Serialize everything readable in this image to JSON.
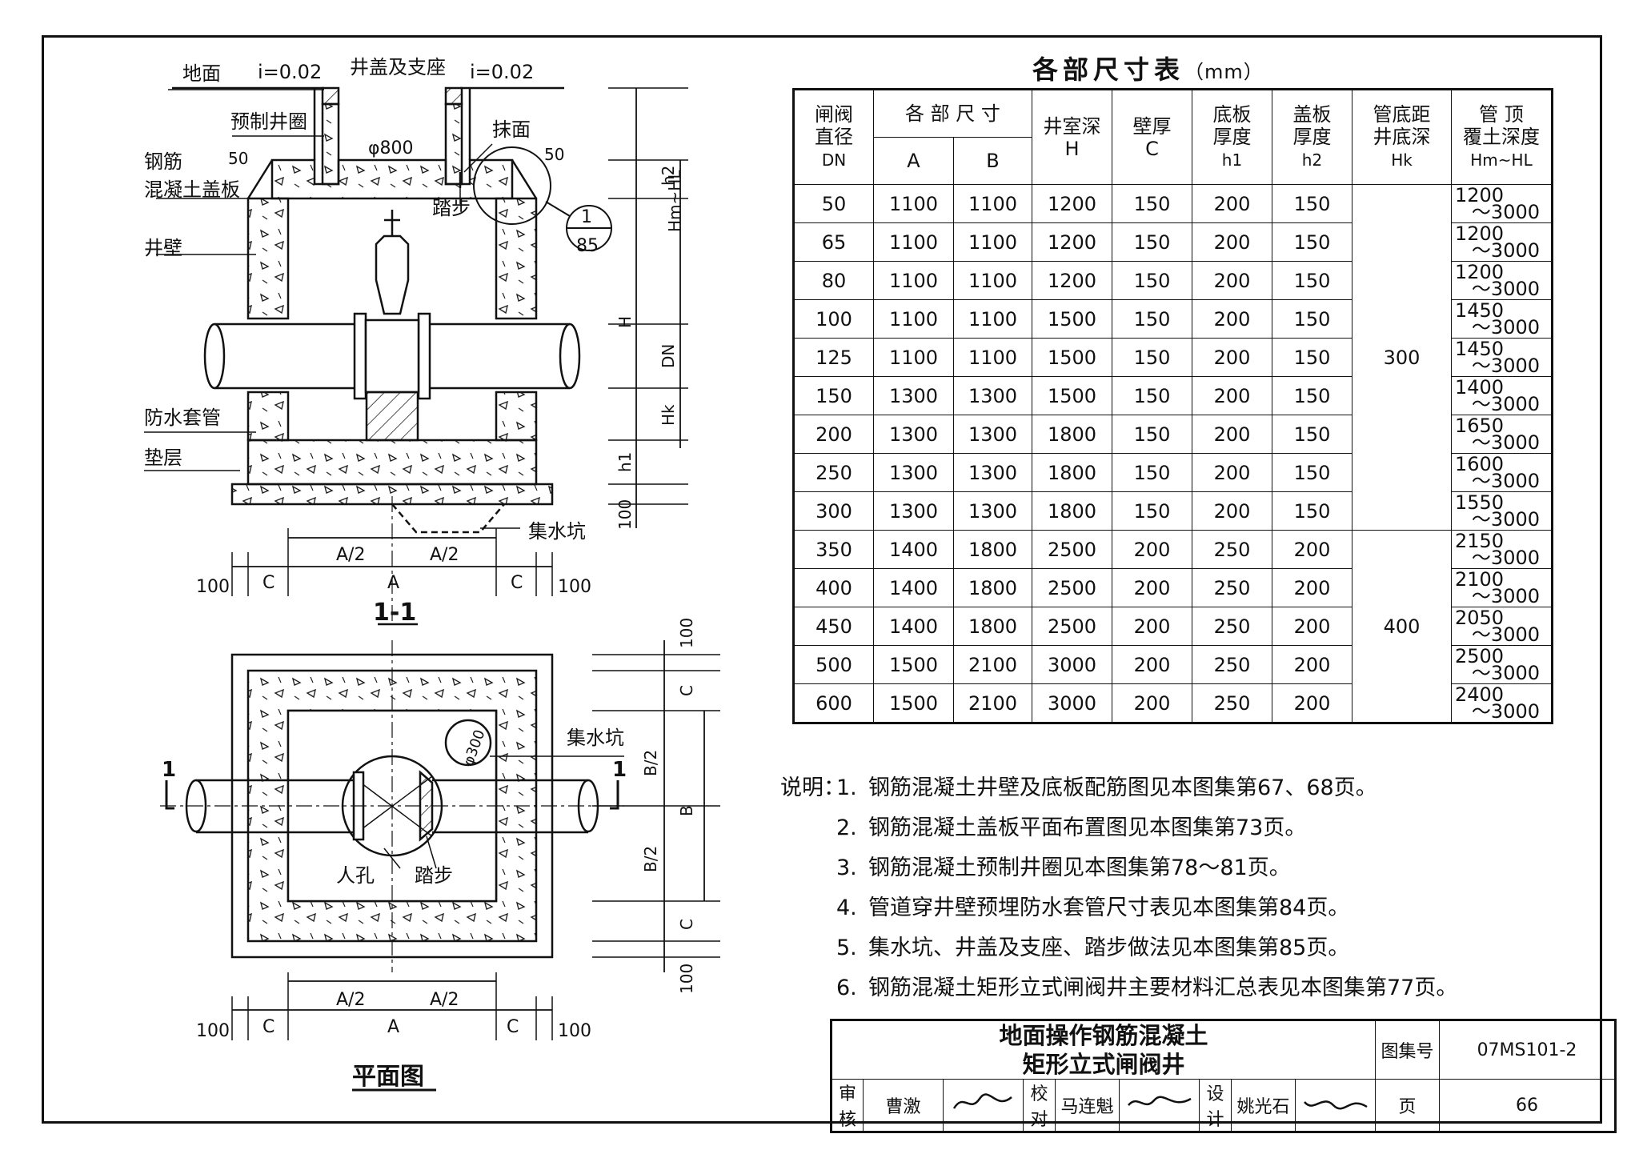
{
  "drawing": {
    "section": {
      "ground": "地面",
      "slope_left": "i=0.02",
      "slope_right": "i=0.02",
      "cover_support": "井盖及支座",
      "precast_ring": "预制井圈",
      "plaster": "抹面",
      "rc_slab_line1": "钢筋",
      "rc_slab_line2": "混凝土盖板",
      "wall": "井壁",
      "diameter": "φ800",
      "steps": "踏步",
      "sleeve": "防水套管",
      "cushion": "垫层",
      "sump": "集水坑",
      "dim_50_left": "50",
      "dim_50_right": "50",
      "detail_top": "1",
      "detail_bottom": "85",
      "dim_h2": "h2",
      "dim_hm": "Hm~HL",
      "dim_H": "H",
      "dim_DN": "DN",
      "dim_Hk": "Hk",
      "dim_h1": "h1",
      "dim_100": "100",
      "dim_A2_left": "A/2",
      "dim_A2_right": "A/2",
      "dim_A": "A",
      "dim_C_left": "C",
      "dim_C_right": "C",
      "dim_100_left": "100",
      "dim_100_right": "100",
      "title": "1-1"
    },
    "plan": {
      "sump": "集水坑",
      "sump_dia": "φ300",
      "manhole": "人孔",
      "steps": "踏步",
      "cut_left": "1",
      "cut_right": "1",
      "dim_100_top": "100",
      "dim_C_top": "C",
      "dim_B2_top": "B/2",
      "dim_B": "B",
      "dim_B2_bottom": "B/2",
      "dim_C_bottom": "C",
      "dim_100_bottom": "100",
      "dim_A2_left": "A/2",
      "dim_A2_right": "A/2",
      "dim_A": "A",
      "dim_C_left": "C",
      "dim_C_right": "C",
      "dim_100_left": "100",
      "dim_100_right": "100",
      "title": "平面图"
    }
  },
  "table": {
    "title": "各部尺寸表",
    "unit": "（mm）",
    "headers": {
      "dn_1": "闸阀",
      "dn_2": "直径",
      "dn_3": "DN",
      "dims": "各 部 尺 寸",
      "a": "A",
      "b": "B",
      "h_1": "井室深",
      "h_2": "H",
      "c_1": "壁厚",
      "c_2": "C",
      "h1_1": "底板",
      "h1_2": "厚度",
      "h1_3": "h1",
      "h2_1": "盖板",
      "h2_2": "厚度",
      "h2_3": "h2",
      "hk_1": "管底距",
      "hk_2": "井底深",
      "hk_3": "Hk",
      "hm_1": "管 顶",
      "hm_2": "覆土深度",
      "hm_3": "Hm~HL"
    },
    "rows": [
      {
        "dn": "50",
        "a": "1100",
        "b": "1100",
        "h": "1200",
        "c": "150",
        "h1": "200",
        "h2": "150",
        "hm_a": "1200",
        "hm_b": "～3000"
      },
      {
        "dn": "65",
        "a": "1100",
        "b": "1100",
        "h": "1200",
        "c": "150",
        "h1": "200",
        "h2": "150",
        "hm_a": "1200",
        "hm_b": "～3000"
      },
      {
        "dn": "80",
        "a": "1100",
        "b": "1100",
        "h": "1200",
        "c": "150",
        "h1": "200",
        "h2": "150",
        "hm_a": "1200",
        "hm_b": "～3000"
      },
      {
        "dn": "100",
        "a": "1100",
        "b": "1100",
        "h": "1500",
        "c": "150",
        "h1": "200",
        "h2": "150",
        "hm_a": "1450",
        "hm_b": "～3000"
      },
      {
        "dn": "125",
        "a": "1100",
        "b": "1100",
        "h": "1500",
        "c": "150",
        "h1": "200",
        "h2": "150",
        "hm_a": "1450",
        "hm_b": "～3000"
      },
      {
        "dn": "150",
        "a": "1300",
        "b": "1300",
        "h": "1500",
        "c": "150",
        "h1": "200",
        "h2": "150",
        "hm_a": "1400",
        "hm_b": "～3000"
      },
      {
        "dn": "200",
        "a": "1300",
        "b": "1300",
        "h": "1800",
        "c": "150",
        "h1": "200",
        "h2": "150",
        "hm_a": "1650",
        "hm_b": "～3000"
      },
      {
        "dn": "250",
        "a": "1300",
        "b": "1300",
        "h": "1800",
        "c": "150",
        "h1": "200",
        "h2": "150",
        "hm_a": "1600",
        "hm_b": "～3000"
      },
      {
        "dn": "300",
        "a": "1300",
        "b": "1300",
        "h": "1800",
        "c": "150",
        "h1": "200",
        "h2": "150",
        "hm_a": "1550",
        "hm_b": "～3000"
      },
      {
        "dn": "350",
        "a": "1400",
        "b": "1800",
        "h": "2500",
        "c": "200",
        "h1": "250",
        "h2": "200",
        "hm_a": "2150",
        "hm_b": "～3000"
      },
      {
        "dn": "400",
        "a": "1400",
        "b": "1800",
        "h": "2500",
        "c": "200",
        "h1": "250",
        "h2": "200",
        "hm_a": "2100",
        "hm_b": "～3000"
      },
      {
        "dn": "450",
        "a": "1400",
        "b": "1800",
        "h": "2500",
        "c": "200",
        "h1": "250",
        "h2": "200",
        "hm_a": "2050",
        "hm_b": "～3000"
      },
      {
        "dn": "500",
        "a": "1500",
        "b": "2100",
        "h": "3000",
        "c": "200",
        "h1": "250",
        "h2": "200",
        "hm_a": "2500",
        "hm_b": "～3000"
      },
      {
        "dn": "600",
        "a": "1500",
        "b": "2100",
        "h": "3000",
        "c": "200",
        "h1": "250",
        "h2": "200",
        "hm_a": "2400",
        "hm_b": "～3000"
      }
    ],
    "hk_group1": "300",
    "hk_group2": "400"
  },
  "notes": {
    "label": "说明：",
    "items": [
      {
        "n": "1.",
        "t": "钢筋混凝土井壁及底板配筋图见本图集第67、68页。"
      },
      {
        "n": "2.",
        "t": "钢筋混凝土盖板平面布置图见本图集第73页。"
      },
      {
        "n": "3.",
        "t": "钢筋混凝土预制井圈见本图集第78～81页。"
      },
      {
        "n": "4.",
        "t": "管道穿井壁预埋防水套管尺寸表见本图集第84页。"
      },
      {
        "n": "5.",
        "t": "集水坑、井盖及支座、踏步做法见本图集第85页。"
      },
      {
        "n": "6.",
        "t": "钢筋混凝土矩形立式闸阀井主要材料汇总表见本图集第77页。"
      }
    ]
  },
  "title_block": {
    "title_1": "地面操作钢筋混凝土",
    "title_2": "矩形立式闸阀井",
    "atlas_label": "图集号",
    "atlas_no": "07MS101-2",
    "review": "审核",
    "reviewer": "曹激",
    "check": "校对",
    "checker": "马连魁",
    "design": "设计",
    "designer": "姚光石",
    "page_label": "页",
    "page_no": "66"
  }
}
